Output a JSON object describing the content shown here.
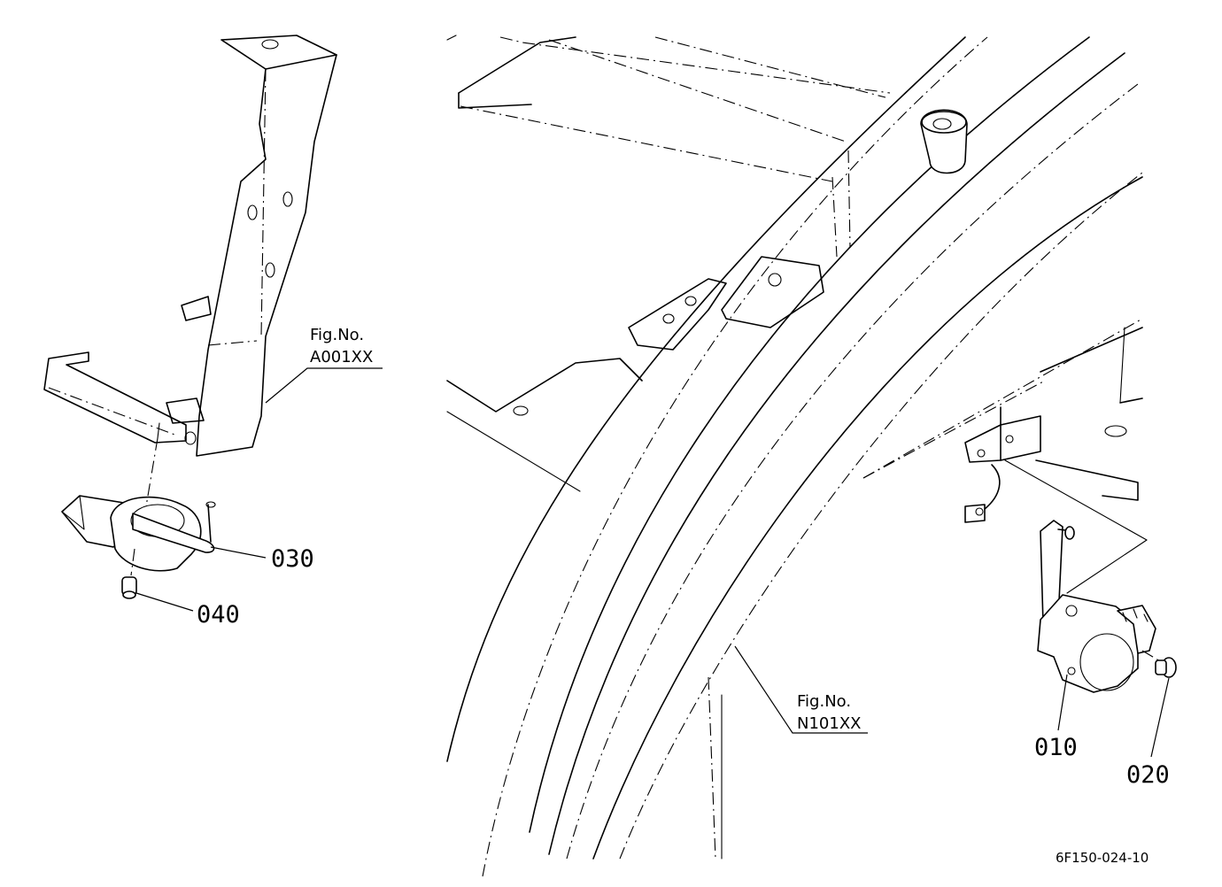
{
  "diagram": {
    "drawing_number": "6F150-024-10",
    "figure_refs": [
      {
        "line1": "Fig.No.",
        "line2": "A001XX"
      },
      {
        "line1": "Fig.No.",
        "line2": "N101XX"
      }
    ],
    "callouts": [
      "010",
      "020",
      "030",
      "040"
    ]
  }
}
